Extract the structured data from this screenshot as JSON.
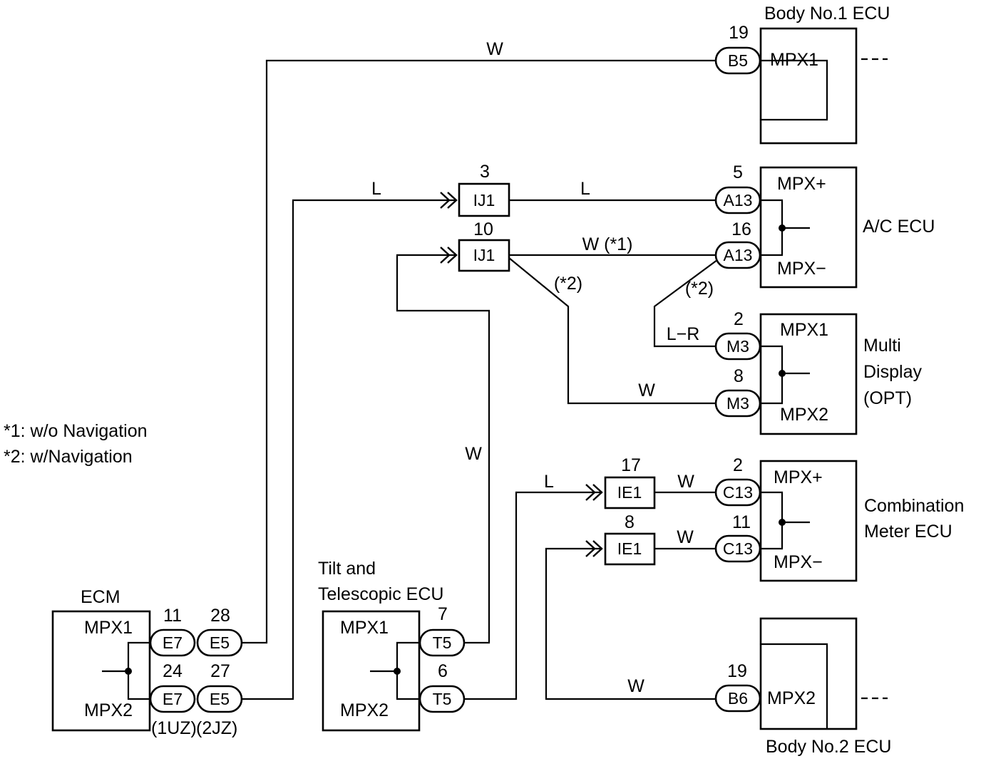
{
  "notes": {
    "note1": "*1: w/o Navigation",
    "note2": "*2: w/Navigation"
  },
  "ecm": {
    "title": "ECM",
    "mpx1": "MPX1",
    "mpx2": "MPX2",
    "pin_e7_top": "11",
    "pin_e5_top": "28",
    "pin_e7_bot": "24",
    "pin_e5_bot": "27",
    "conn_e7": "E7",
    "conn_e5": "E5",
    "variant_1uz": "(1UZ)",
    "variant_2jz": "(2JZ)"
  },
  "tilt_ecu": {
    "title_line1": "Tilt and",
    "title_line2": "Telescopic ECU",
    "mpx1": "MPX1",
    "mpx2": "MPX2",
    "pin_top": "7",
    "pin_bot": "6",
    "conn": "T5"
  },
  "body1_ecu": {
    "title": "Body No.1 ECU",
    "label": "MPX1",
    "pin": "19",
    "conn": "B5"
  },
  "body2_ecu": {
    "title": "Body No.2 ECU",
    "label": "MPX2",
    "pin": "19",
    "conn": "B6"
  },
  "ac_ecu": {
    "title": "A/C ECU",
    "mpx_plus": "MPX+",
    "mpx_minus": "MPX−",
    "pin_top": "5",
    "pin_bot": "16",
    "conn": "A13"
  },
  "multi_display": {
    "title_line1": "Multi",
    "title_line2": "Display",
    "title_line3": "(OPT)",
    "mpx1": "MPX1",
    "mpx2": "MPX2",
    "pin_top": "2",
    "pin_bot": "8",
    "conn": "M3"
  },
  "combination_meter": {
    "title_line1": "Combination",
    "title_line2": "Meter ECU",
    "mpx_plus": "MPX+",
    "mpx_minus": "MPX−",
    "pin_top": "2",
    "pin_bot": "11",
    "conn": "C13"
  },
  "junctions": {
    "ij1_top_pin": "3",
    "ij1_bot_pin": "10",
    "ij1": "IJ1",
    "ie1_top_pin": "17",
    "ie1_bot_pin": "8",
    "ie1": "IE1"
  },
  "wire_colors": {
    "w_body1": "W",
    "l_to_ij1": "L",
    "l_ij1_ac": "L",
    "w_ij1_ac": "W (*1)",
    "nav2_left": "(*2)",
    "nav2_right": "(*2)",
    "lr_md": "L−R",
    "w_md": "W",
    "w_tilt": "W",
    "l_to_ie1": "L",
    "w_ie1_top": "W",
    "w_ie1_bot": "W",
    "w_body2": "W"
  }
}
